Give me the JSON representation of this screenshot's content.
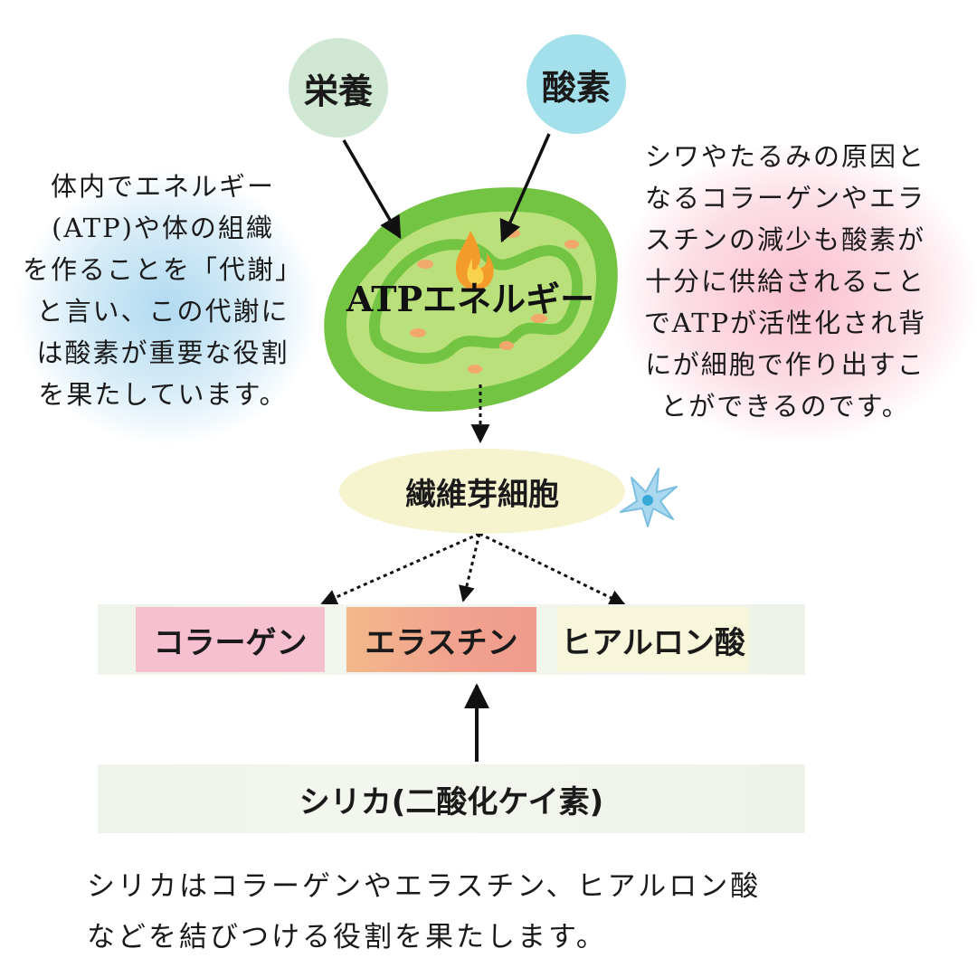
{
  "nodes": {
    "nutrition": "栄養",
    "oxygen": "酸素",
    "atp": "ATPエネルギー",
    "fibroblast": "繊維芽細胞",
    "collagen": "コラーゲン",
    "elastin": "エラスチン",
    "hyaluronic": "ヒアルロン酸",
    "silica": "シリカ(二酸化ケイ素)"
  },
  "left_text": {
    "lines": [
      "体内でエネルギー",
      "(ATP)や体の組織",
      "を作ることを「代謝」",
      "と言い、この代謝に",
      "は酸素が重要な役割",
      "を果たしています。"
    ]
  },
  "right_text": {
    "lines": [
      "シワやたるみの原因と",
      "なるコラーゲンやエラ",
      "スチンの減少も酸素が",
      "十分に供給されること",
      "でATPが活性化され背",
      "にが細胞で作り出すこ",
      "とができるのです。"
    ]
  },
  "bottom_text": {
    "lines": [
      "シリカはコラーゲンやエラスチン、ヒアルロン酸",
      "などを結びつける役割を果たします。"
    ]
  },
  "colors": {
    "nutrition_circle": "#cfe7d3",
    "oxygen_circle": "#a4e0ec",
    "mito_outer": "#74c443",
    "mito_inner": "#b9e07a",
    "fibroblast_ellipse": "#f6f3cf",
    "collagen_box": "#f6c0d0",
    "hyaluronic_box": "#f7f6da",
    "cell_icon": "#a9d8ef"
  }
}
